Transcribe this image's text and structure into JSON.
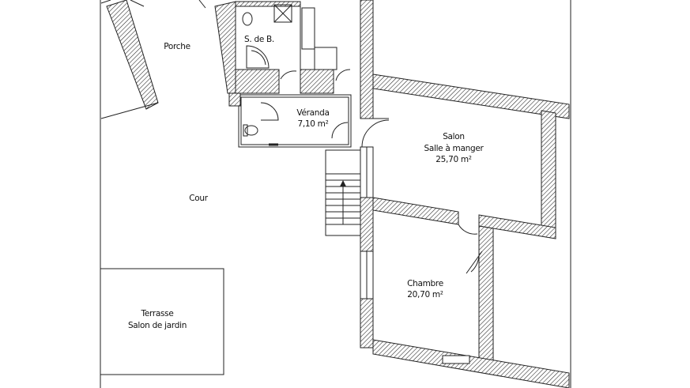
{
  "rooms": {
    "porche": {
      "name": "Porche"
    },
    "sdb": {
      "name": "S. de B."
    },
    "veranda": {
      "name": "Véranda",
      "area": "7,10 m²"
    },
    "salon": {
      "name": "Salon",
      "subtitle": "Salle à manger",
      "area": "25,70 m²"
    },
    "cour": {
      "name": "Cour"
    },
    "chambre": {
      "name": "Chambre",
      "area": "20,70 m²"
    },
    "terrasse": {
      "name": "Terrasse",
      "subtitle": "Salon de jardin"
    }
  },
  "colors": {
    "line": "#222222",
    "background": "#ffffff"
  }
}
